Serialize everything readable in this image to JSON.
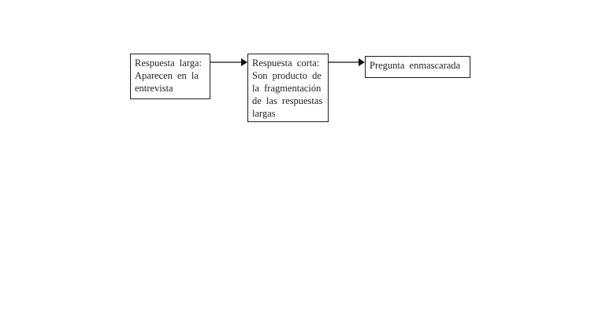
{
  "page": {
    "background": "#ffffff"
  },
  "diagram": {
    "colors": {
      "box_background": "#ffffff",
      "box_border": "#1f1f1f",
      "text": "#1f1f1f",
      "arrow_line": "#6a6a6a",
      "arrow_head": "#111111"
    },
    "boxes": [
      {
        "id": "respuesta-larga",
        "lines": [
          "Respuesta larga:",
          "Aparecen en la",
          "entrevista"
        ]
      },
      {
        "id": "respuesta-corta",
        "lines": [
          "Respuesta corta:",
          "Son producto de",
          "la fragmentación",
          "de las respuestas",
          "largas"
        ]
      },
      {
        "id": "pregunta-enmascarada",
        "lines": [
          "Pregunta enmascarada"
        ]
      }
    ],
    "arrows": [
      {
        "id": "arrow-larga-to-corta",
        "from": "respuesta-larga",
        "to": "respuesta-corta",
        "direction": "right"
      },
      {
        "id": "arrow-corta-to-enmascarada",
        "from": "respuesta-corta",
        "to": "pregunta-enmascarada",
        "direction": "right"
      }
    ]
  }
}
